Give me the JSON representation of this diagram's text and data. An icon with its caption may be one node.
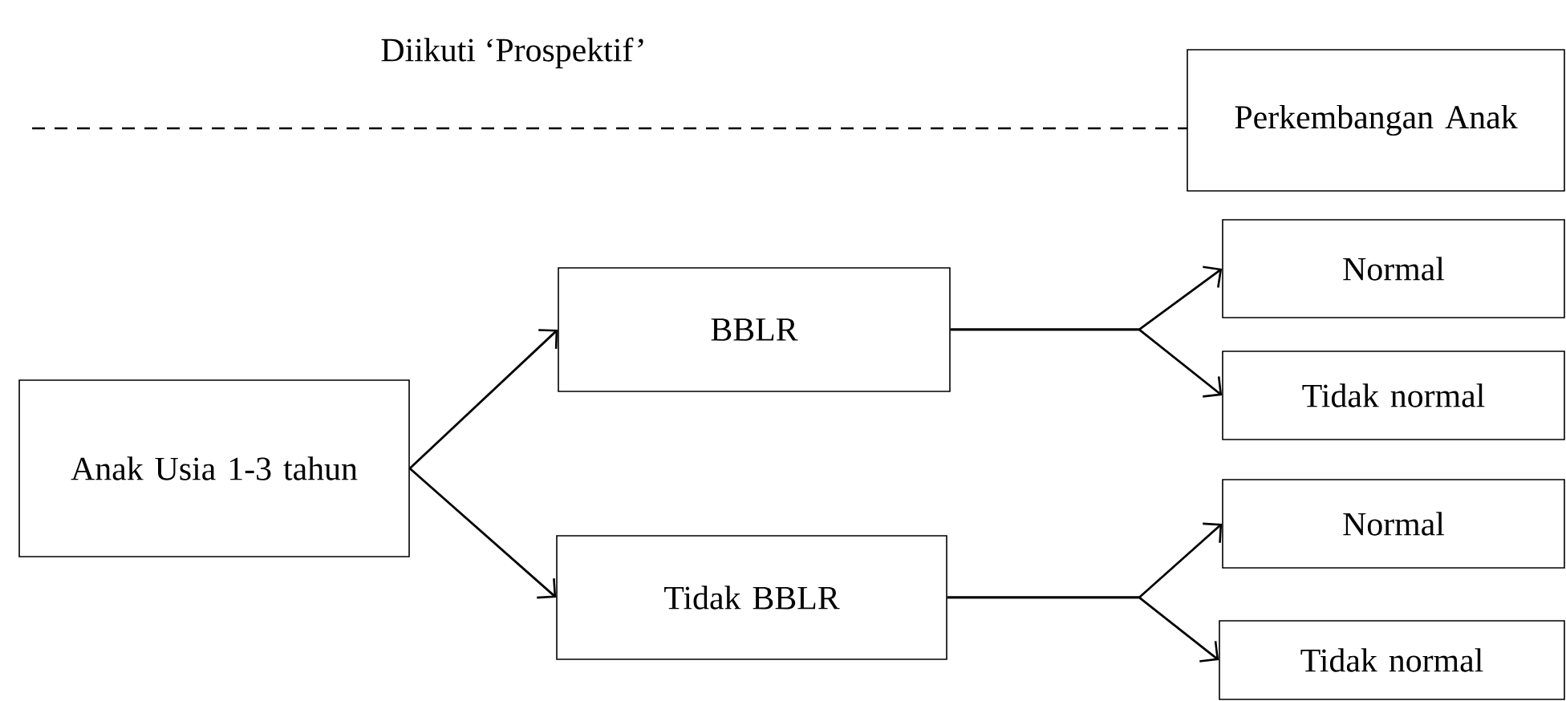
{
  "diagram": {
    "nodes": [
      {
        "text": [
          "Perkembangan Anak"
        ]
      },
      {
        "text": [
          "Anak Usia 1-3 tahun"
        ]
      },
      {
        "text": [
          "BBLR"
        ]
      },
      {
        "text": [
          "Tidak BBLR"
        ]
      },
      {
        "text": [
          "Normal"
        ]
      },
      {
        "text": [
          "Tidak normal"
        ]
      },
      {
        "text": [
          "Normal"
        ]
      },
      {
        "text": [
          "Tidak normal"
        ]
      }
    ],
    "edges": [
      {
        "from": 1,
        "to": 2,
        "arrow": "to"
      },
      {
        "from": 1,
        "to": 3,
        "arrow": "to"
      },
      {
        "from": 2,
        "to": 4,
        "arrow": "to"
      },
      {
        "from": 2,
        "to": 5,
        "arrow": "to"
      },
      {
        "from": 3,
        "to": 6,
        "arrow": "to"
      },
      {
        "from": 3,
        "to": 7,
        "arrow": "to"
      }
    ],
    "labels": [
      "Diikuti ‘Prospektif’"
    ]
  }
}
